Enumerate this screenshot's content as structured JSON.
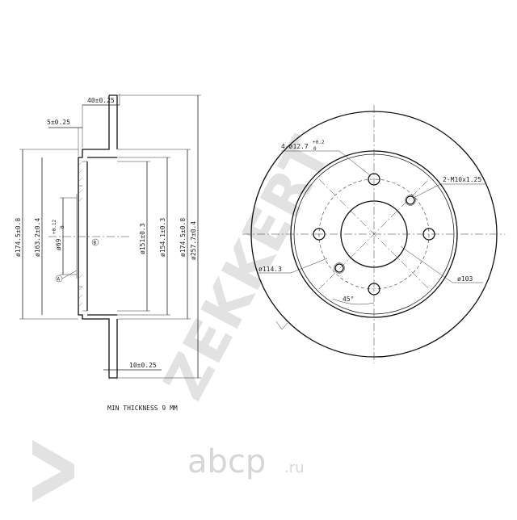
{
  "watermark": {
    "brand": "ZEKKERT",
    "site_name": "abcp",
    "site_domain": ".ru"
  },
  "side_view": {
    "width_overall": "40±0.25",
    "hat_offset": "5±0.25",
    "disc_thickness": "10±0.25",
    "diam_174_5": "ø174.5±0.8",
    "diam_163_2": "ø163.2±0.4",
    "diam_69": "ø69",
    "diam_69_tol_upper": "+0.12",
    "diam_69_tol_lower": "0",
    "diam_151": "ø151±0.3",
    "diam_154_1": "ø154.1±0.3",
    "diam_174_5_b": "ø174.5±0.8",
    "diam_257_7": "ø257.7±0.4",
    "marker_a": "A",
    "marker_b": "B",
    "min_thickness": "MIN THICKNESS 9 MM"
  },
  "front_view": {
    "holes_label": "4-ø12.7",
    "holes_tol_upper": "+0.2",
    "holes_tol_lower": "0",
    "thread_label": "2-M10x1.25",
    "pcd_label": "ø114.3",
    "pilot_label": "ø103",
    "angle_label": "45°"
  }
}
